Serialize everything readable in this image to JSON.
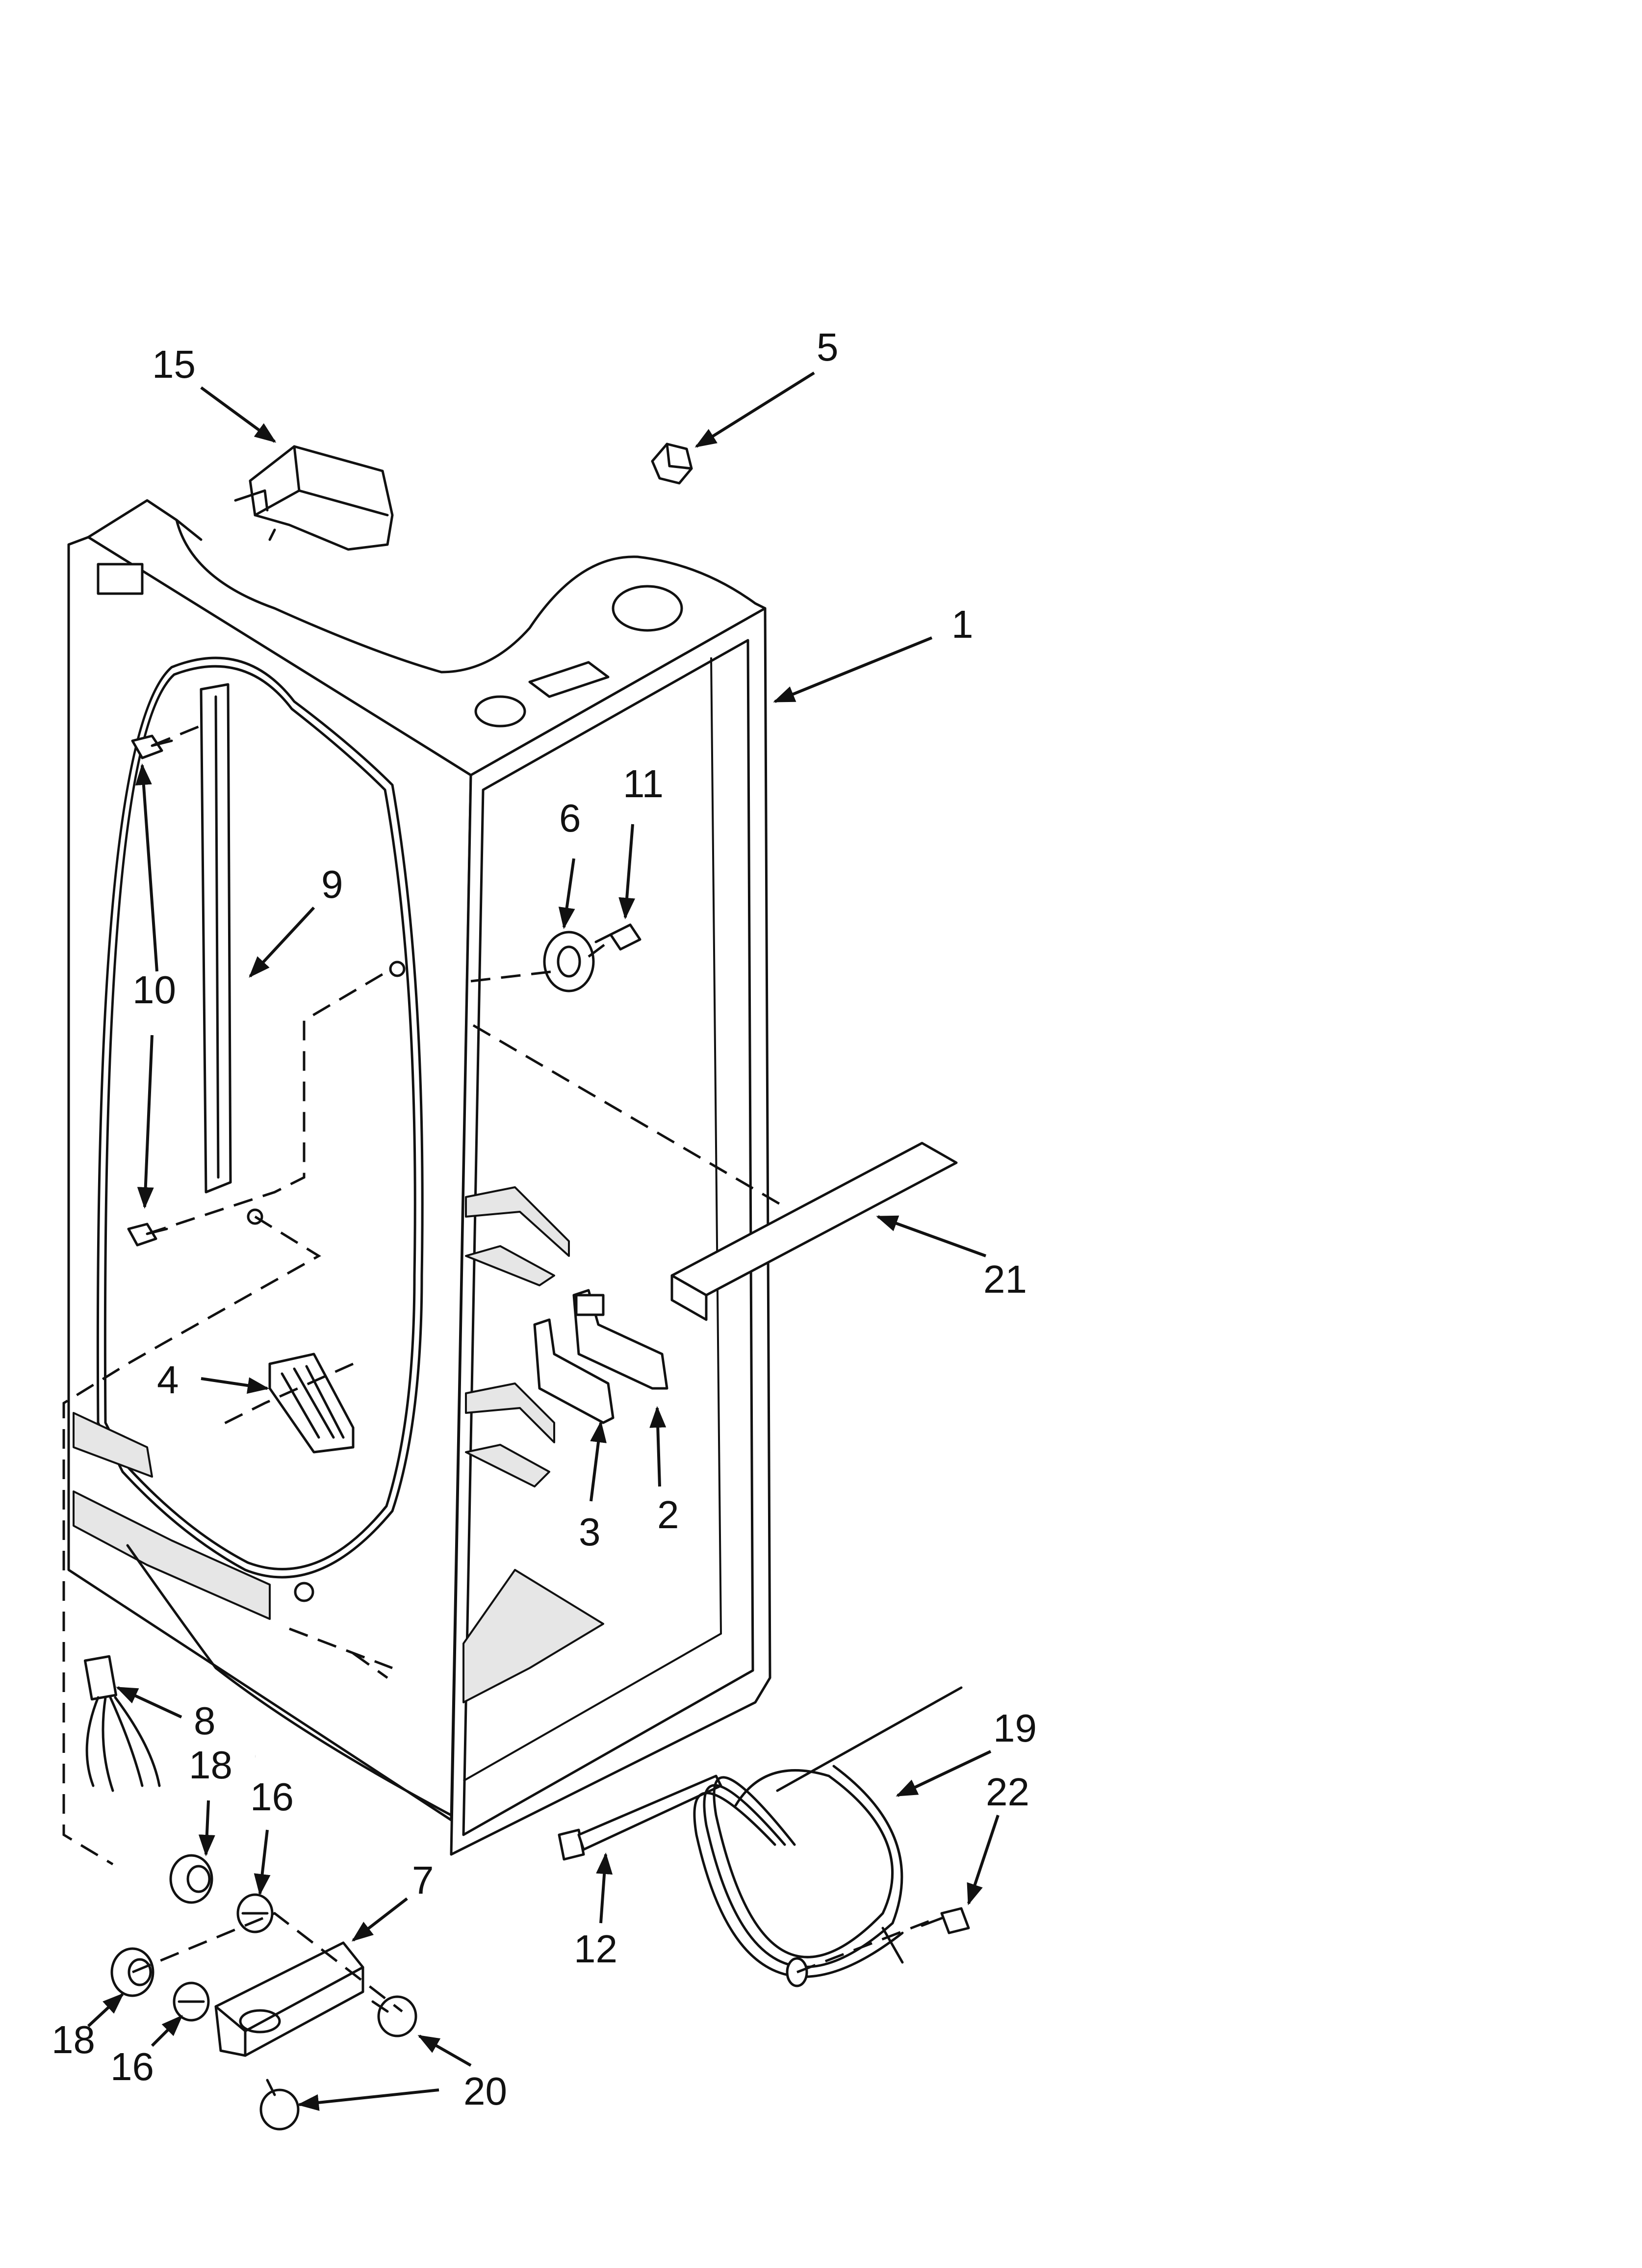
{
  "diagram": {
    "callouts": [
      {
        "id": "c1",
        "label": "1"
      },
      {
        "id": "c2",
        "label": "2"
      },
      {
        "id": "c3",
        "label": "3"
      },
      {
        "id": "c4",
        "label": "4"
      },
      {
        "id": "c5",
        "label": "5"
      },
      {
        "id": "c6",
        "label": "6"
      },
      {
        "id": "c7",
        "label": "7"
      },
      {
        "id": "c8",
        "label": "8"
      },
      {
        "id": "c9",
        "label": "9"
      },
      {
        "id": "c10",
        "label": "10"
      },
      {
        "id": "c11",
        "label": "11"
      },
      {
        "id": "c12",
        "label": "12"
      },
      {
        "id": "c15",
        "label": "15"
      },
      {
        "id": "c16a",
        "label": "16"
      },
      {
        "id": "c16b",
        "label": "16"
      },
      {
        "id": "c18a",
        "label": "18"
      },
      {
        "id": "c18b",
        "label": "18"
      },
      {
        "id": "c19",
        "label": "19"
      },
      {
        "id": "c20",
        "label": "20"
      },
      {
        "id": "c21",
        "label": "21"
      },
      {
        "id": "c22",
        "label": "22"
      }
    ]
  }
}
